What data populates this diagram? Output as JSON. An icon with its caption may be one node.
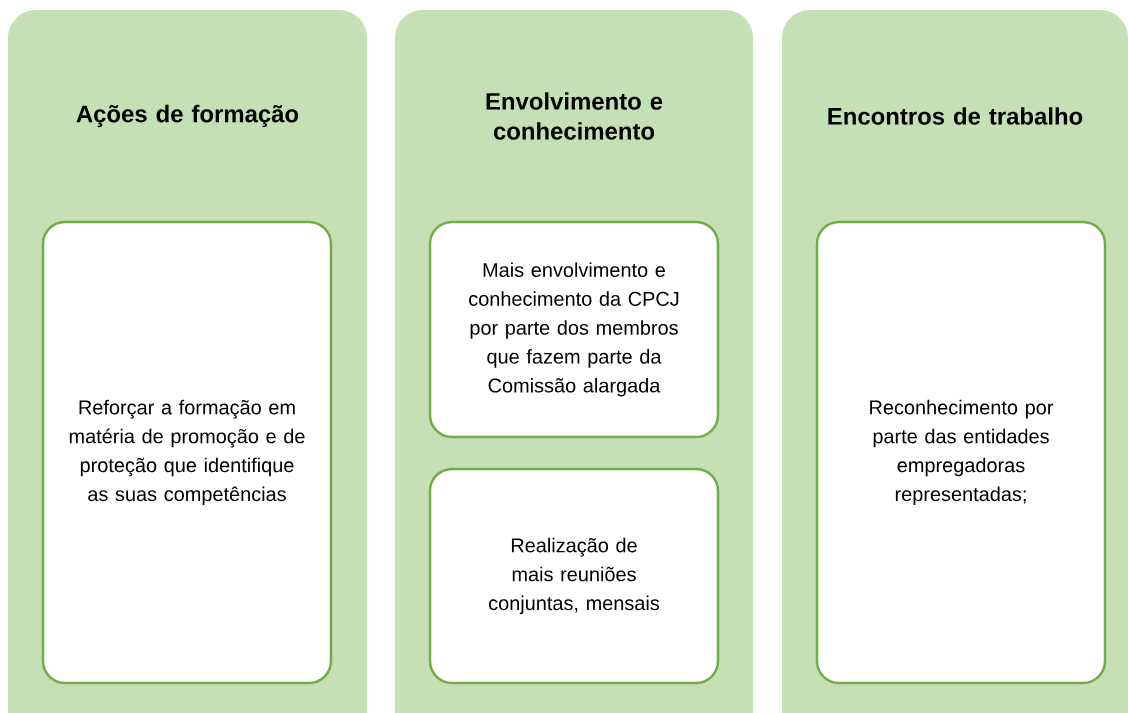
{
  "diagram": {
    "nodes": [
      {
        "text": [
          "Ações de formação"
        ]
      },
      {
        "text": [
          "Reforçar a formação em matéria de promoção e de proteção que identifique as suas competências"
        ],
        "in": 0
      },
      {
        "text": [
          "Envolvimento e conhecimento"
        ]
      },
      {
        "text": [
          "Mais envolvimento e conhecimento da CPCJ por parte dos membros que fazem parte da Comissão alargada"
        ],
        "in": 2
      },
      {
        "text": [
          "Realização de mais reuniões conjuntas, mensais"
        ],
        "in": 2
      },
      {
        "text": [
          "Encontros de trabalho"
        ]
      },
      {
        "text": [
          "Reconhecimento por parte das entidades empregadoras representadas;"
        ],
        "in": 5
      }
    ]
  }
}
